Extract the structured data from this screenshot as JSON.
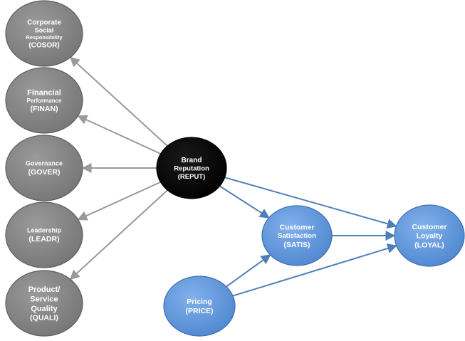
{
  "diagram": {
    "nodes": [
      {
        "id": "cosor",
        "lines": [
          "Corporate",
          "Social",
          "Responsibility",
          "(COSOR)"
        ],
        "fill": "#808080",
        "kind": "driver"
      },
      {
        "id": "finan",
        "lines": [
          "Financial",
          "Performance",
          "(FINAN)"
        ],
        "fill": "#808080",
        "kind": "driver"
      },
      {
        "id": "gover",
        "lines": [
          "Governance",
          "(GOVER)"
        ],
        "fill": "#808080",
        "kind": "driver"
      },
      {
        "id": "leadr",
        "lines": [
          "Leadership",
          "(LEADR)"
        ],
        "fill": "#808080",
        "kind": "driver"
      },
      {
        "id": "quali",
        "lines": [
          "Product/",
          "Service",
          "Quality",
          "(QUALI)"
        ],
        "fill": "#808080",
        "kind": "driver"
      },
      {
        "id": "reput",
        "lines": [
          "Brand",
          "Reputation",
          "(REPUT)"
        ],
        "fill": "#000000",
        "kind": "core"
      },
      {
        "id": "satis",
        "lines": [
          "Customer",
          "Satisfaction",
          "(SATIS)"
        ],
        "fill": "#5b93d8",
        "kind": "outcome"
      },
      {
        "id": "price",
        "lines": [
          "Pricing",
          "(PRICE)"
        ],
        "fill": "#5b93d8",
        "kind": "outcome"
      },
      {
        "id": "loyal",
        "lines": [
          "Customer",
          "Loyalty",
          "(LOYAL)"
        ],
        "fill": "#5b93d8",
        "kind": "outcome"
      }
    ],
    "edges": [
      {
        "from": "reput",
        "to": "cosor",
        "color": "#9a9a9a"
      },
      {
        "from": "reput",
        "to": "finan",
        "color": "#9a9a9a"
      },
      {
        "from": "reput",
        "to": "gover",
        "color": "#9a9a9a"
      },
      {
        "from": "reput",
        "to": "leadr",
        "color": "#9a9a9a"
      },
      {
        "from": "reput",
        "to": "quali",
        "color": "#9a9a9a"
      },
      {
        "from": "reput",
        "to": "satis",
        "color": "#4f7fb8"
      },
      {
        "from": "reput",
        "to": "loyal",
        "color": "#4f7fb8"
      },
      {
        "from": "satis",
        "to": "loyal",
        "color": "#4f7fb8"
      },
      {
        "from": "price",
        "to": "satis",
        "color": "#4f7fb8"
      },
      {
        "from": "price",
        "to": "loyal",
        "color": "#4f7fb8"
      }
    ]
  }
}
